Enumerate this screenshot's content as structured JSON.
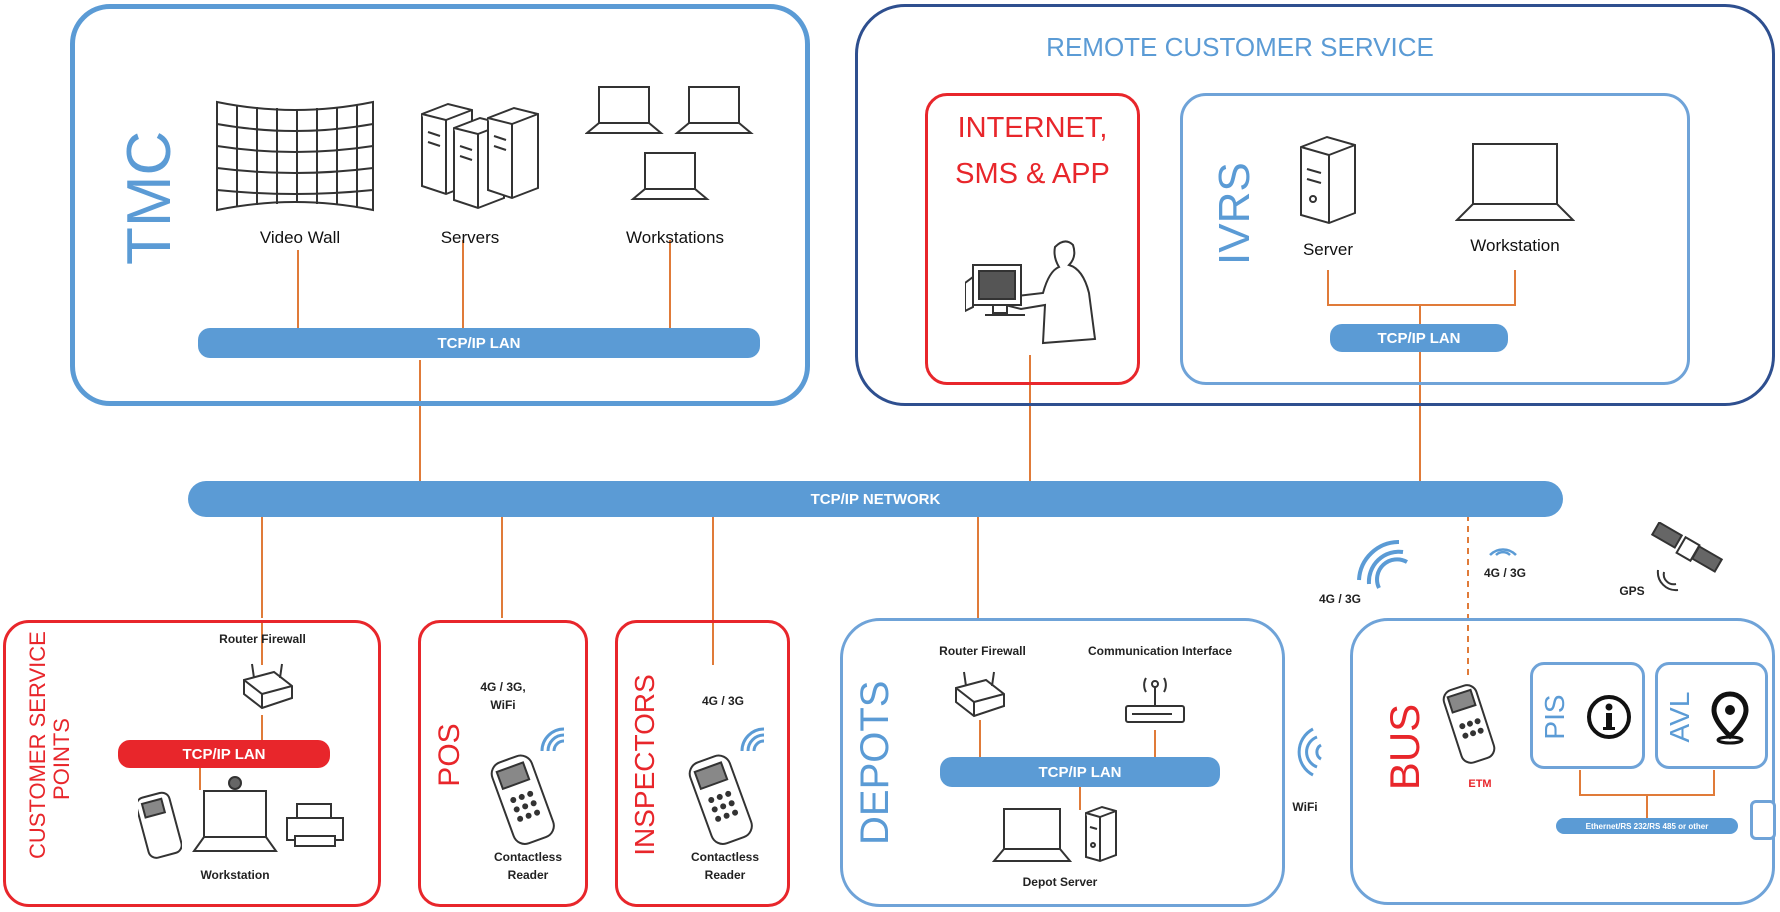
{
  "tmc": {
    "title": "TMC",
    "video_wall": "Video Wall",
    "servers": "Servers",
    "workstations": "Workstations",
    "lan": "TCP/IP LAN"
  },
  "remote": {
    "title": "REMOTE CUSTOMER SERVICE",
    "internet": "INTERNET,",
    "sms": "SMS & APP",
    "ivrs": "IVRS",
    "server": "Server",
    "workstation": "Workstation",
    "lan": "TCP/IP LAN"
  },
  "network": {
    "label": "TCP/IP NETWORK"
  },
  "csp": {
    "title_line1": "CUSTOMER SERVICE",
    "title_line2": "POINTS",
    "router": "Router Firewall",
    "lan": "TCP/IP LAN",
    "workstation": "Workstation"
  },
  "pos": {
    "title": "POS",
    "conn_line1": "4G / 3G,",
    "conn_line2": "WiFi",
    "reader_line1": "Contactless",
    "reader_line2": "Reader"
  },
  "inspectors": {
    "title": "INSPECTORS",
    "conn": "4G / 3G",
    "reader_line1": "Contactless",
    "reader_line2": "Reader"
  },
  "depots": {
    "title": "DEPOTS",
    "router": "Router Firewall",
    "comm": "Communication Interface",
    "lan": "TCP/IP LAN",
    "server": "Depot Server"
  },
  "bus": {
    "title": "BUS",
    "etm": "ETM",
    "pis": "PIS",
    "avl": "AVL",
    "bus_link": "Ethernet/RS 232/RS 485 or other",
    "wifi": "WiFi",
    "conn_left": "4G / 3G",
    "conn_mid": "4G / 3G",
    "gps": "GPS"
  },
  "colors": {
    "blue": "#5b9bd5",
    "red": "#e8262b",
    "navy": "#2e4f8f",
    "orange": "#e07b39"
  }
}
